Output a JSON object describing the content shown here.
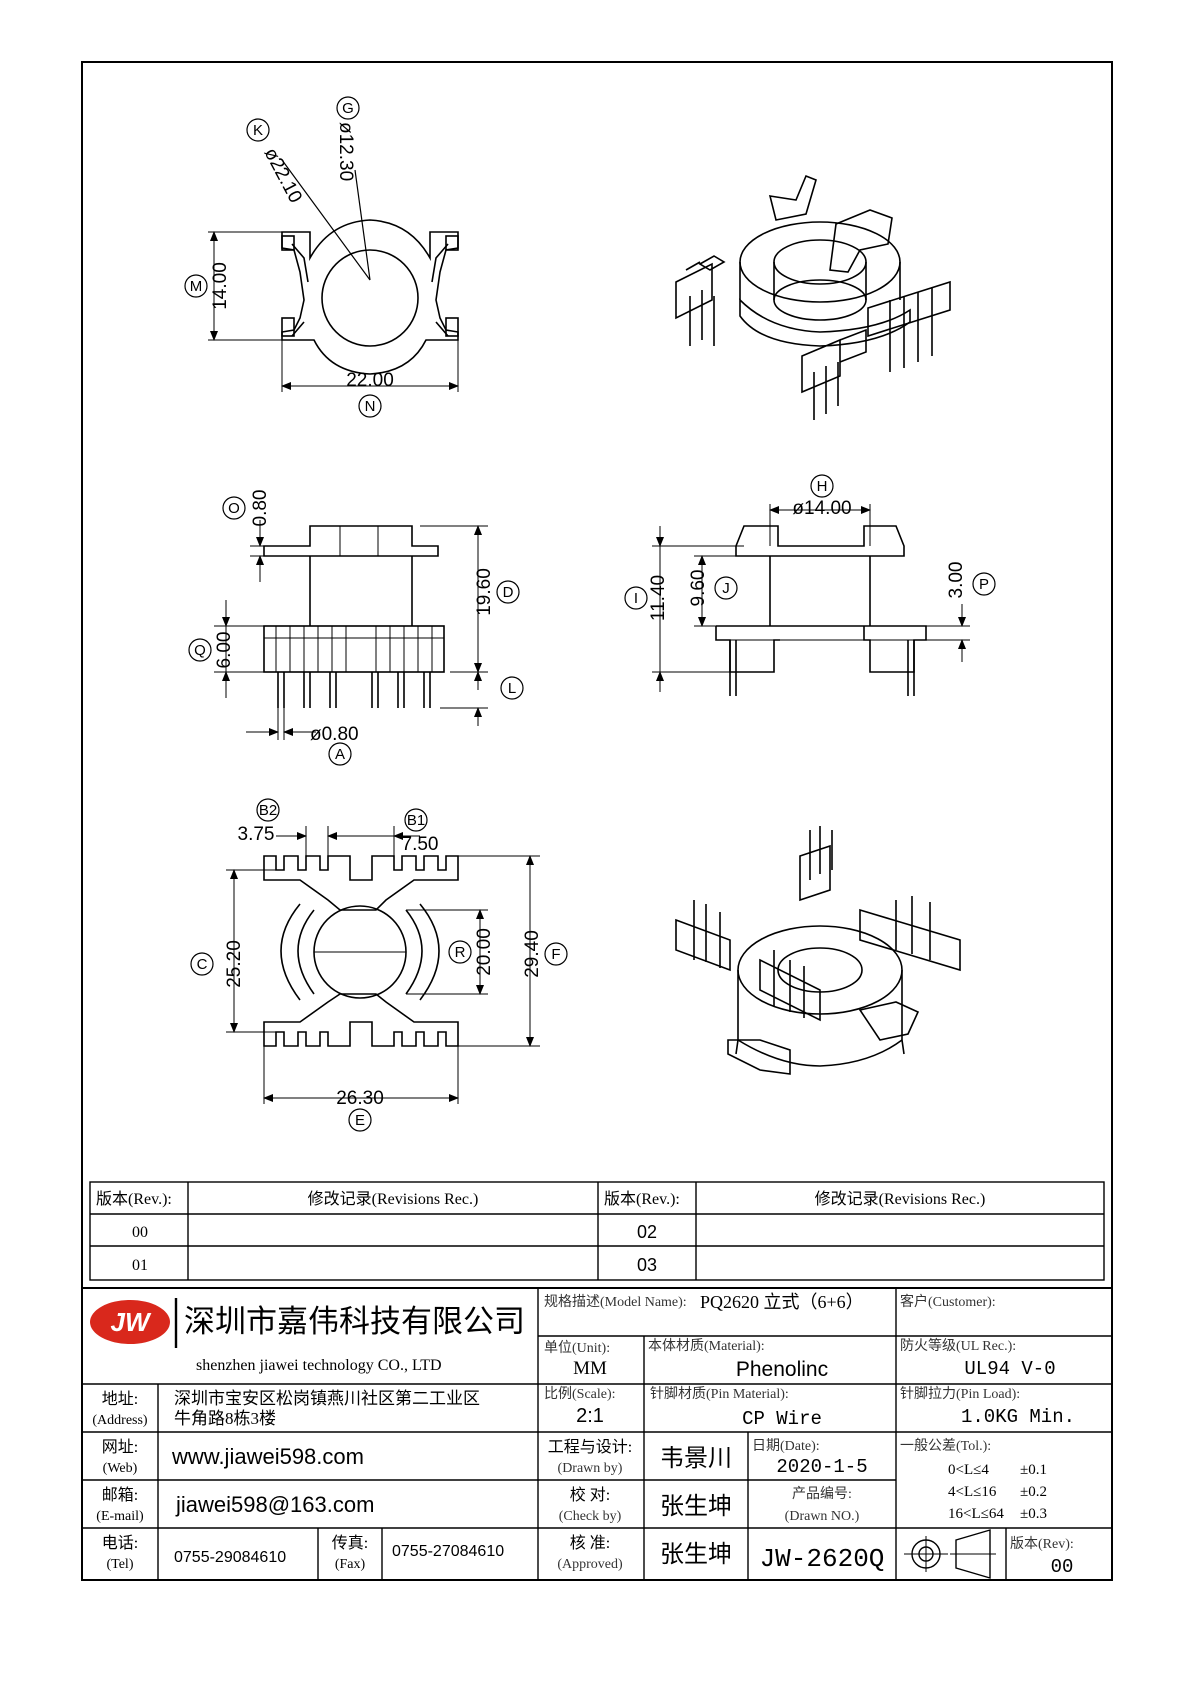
{
  "dimensions": {
    "K": "K",
    "K_val": "ø22.10",
    "G": "G",
    "G_val": "ø12.30",
    "M": "M",
    "M_val": "14.00",
    "N": "N",
    "N_val": "22.00",
    "O": "O",
    "O_val": "0.80",
    "D": "D",
    "D_val": "19.60",
    "Q": "Q",
    "Q_val": "6.00",
    "L": "L",
    "A": "A",
    "A_val": "ø0.80",
    "H": "H",
    "H_val": "ø14.00",
    "I": "I",
    "I_val": "11.40",
    "J": "J",
    "J_val": "9.60",
    "P": "P",
    "P_val": "3.00",
    "B2": "B2",
    "B2_val": "3.75",
    "B1": "B1",
    "B1_val": "7.50",
    "C": "C",
    "C_val": "25.20",
    "R": "R",
    "R_val": "20.00",
    "F": "F",
    "F_val": "29.40",
    "E": "E",
    "E_val": "26.30"
  },
  "revisions": {
    "header_rev": "版本(Rev.):",
    "header_rec": "修改记录(Revisions Rec.)",
    "rows_left": [
      "00",
      "01"
    ],
    "rows_right": [
      "02",
      "03"
    ]
  },
  "company": {
    "logo": "JW",
    "name_cn": "深圳市嘉伟科技有限公司",
    "name_en": "shenzhen  jiawei  technology  CO., LTD",
    "address_label": "地址:",
    "address_label_en": "(Address)",
    "address_line1": "深圳市宝安区松岗镇燕川社区第二工业区",
    "address_line2": "牛角路8栋3楼",
    "web_label": "网址:",
    "web_label_en": "(Web)",
    "web": "www.jiawei598.com",
    "email_label": "邮箱:",
    "email_label_en": "(E-mail)",
    "email": "jiawei598@163.com",
    "tel_label": "电话:",
    "tel_label_en": "(Tel)",
    "tel": "0755-29084610",
    "fax_label": "传真:",
    "fax_label_en": "(Fax)",
    "fax": "0755-27084610"
  },
  "spec": {
    "model_label": "规格描述(Model Name):",
    "model": "PQ2620 立式（6+6）",
    "customer_label": "客户(Customer):",
    "unit_label": "单位(Unit):",
    "unit": "MM",
    "material_label": "本体材质(Material):",
    "material": "Phenolinc",
    "ul_label": "防火等级(UL Rec.):",
    "ul": "UL94 V-0",
    "scale_label": "比例(Scale):",
    "scale": "2:1",
    "pin_material_label": "针脚材质(Pin Material):",
    "pin_material": "CP Wire",
    "pin_load_label": "针脚拉力(Pin Load):",
    "pin_load": "1.0KG Min.",
    "drawn_label": "工程与设计:",
    "drawn_label_en": "(Drawn by)",
    "drawn_by": "韦景川",
    "date_label": "日期(Date):",
    "date": "2020-1-5",
    "tol_label": "一般公差(Tol.):",
    "tol1_range": "0<L≤4",
    "tol1_val": "±0.1",
    "tol2_range": "4<L≤16",
    "tol2_val": "±0.2",
    "tol3_range": "16<L≤64",
    "tol3_val": "±0.3",
    "check_label": "校  对:",
    "check_label_en": "(Check by)",
    "check_by": "张生坤",
    "drawn_no_label": "产品编号:",
    "drawn_no_label_en": "(Drawn NO.)",
    "approved_label": "核  准:",
    "approved_label_en": "(Approved)",
    "approved_by": "张生坤",
    "drawing_no": "JW-2620Q",
    "rev_label": "版本(Rev):",
    "rev": "00"
  }
}
